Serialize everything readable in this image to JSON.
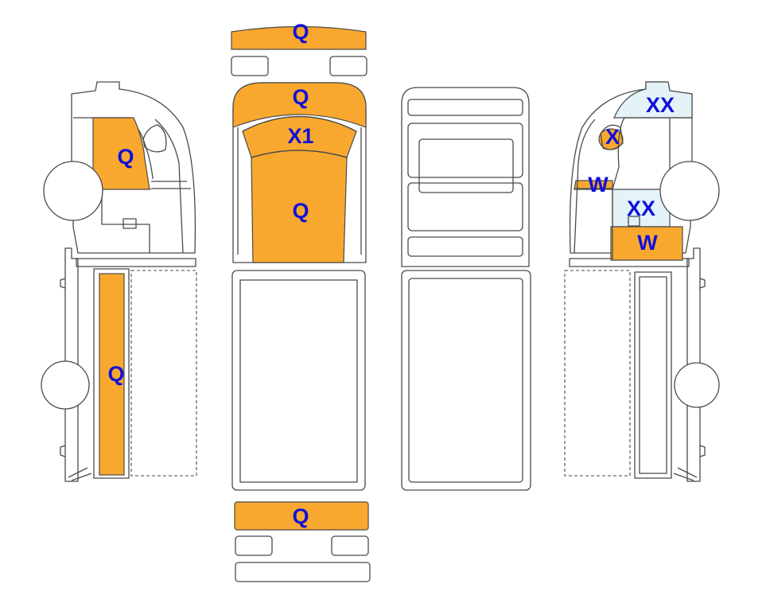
{
  "colors": {
    "Q": "#f9a82f",
    "X1": "#f9a82f",
    "X": "#f9a82f",
    "W": "#f9a82f",
    "XX": "#e3f3f8",
    "label": "#1010d8",
    "outline": "#4a4a4a"
  },
  "labels": {
    "left_cab": "Q",
    "left_body": "Q",
    "top_bumper": "Q",
    "top_roof": "Q",
    "top_windshield": "X1",
    "top_hood": "Q",
    "top_rear_bumper": "Q",
    "right_windshield": "XX",
    "right_mirror": "X",
    "right_door_strip": "W",
    "right_window": "XX",
    "right_lower_door": "W"
  }
}
